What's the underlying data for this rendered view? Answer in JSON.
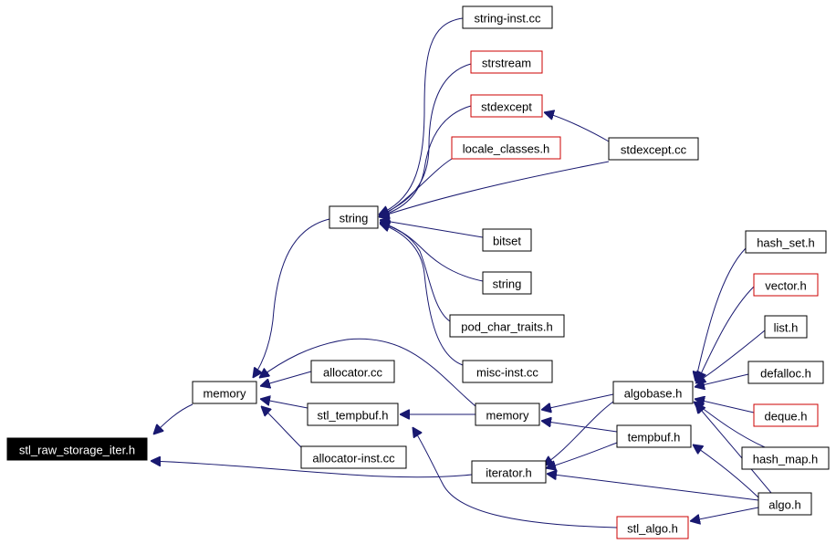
{
  "diagram": {
    "arrow_color": "#191970",
    "red_border": "#cc0000",
    "nodes": [
      {
        "id": "root",
        "label": "stl_raw_storage_iter.h",
        "style": "root"
      },
      {
        "id": "memory1",
        "label": "memory",
        "style": "normal"
      },
      {
        "id": "string1",
        "label": "string",
        "style": "normal"
      },
      {
        "id": "string_inst",
        "label": "string-inst.cc",
        "style": "normal"
      },
      {
        "id": "strstream",
        "label": "strstream",
        "style": "red"
      },
      {
        "id": "stdexcept",
        "label": "stdexcept",
        "style": "red"
      },
      {
        "id": "locale_classes",
        "label": "locale_classes.h",
        "style": "red"
      },
      {
        "id": "stdexcept_cc",
        "label": "stdexcept.cc",
        "style": "normal"
      },
      {
        "id": "bitset",
        "label": "bitset",
        "style": "normal"
      },
      {
        "id": "string2",
        "label": "string",
        "style": "normal"
      },
      {
        "id": "pod_char_traits",
        "label": "pod_char_traits.h",
        "style": "normal"
      },
      {
        "id": "misc_inst",
        "label": "misc-inst.cc",
        "style": "normal"
      },
      {
        "id": "allocator_cc",
        "label": "allocator.cc",
        "style": "normal"
      },
      {
        "id": "stl_tempbuf",
        "label": "stl_tempbuf.h",
        "style": "normal"
      },
      {
        "id": "allocator_inst",
        "label": "allocator-inst.cc",
        "style": "normal"
      },
      {
        "id": "memory2",
        "label": "memory",
        "style": "normal"
      },
      {
        "id": "iterator_h",
        "label": "iterator.h",
        "style": "normal"
      },
      {
        "id": "stl_algo",
        "label": "stl_algo.h",
        "style": "red"
      },
      {
        "id": "algobase",
        "label": "algobase.h",
        "style": "normal"
      },
      {
        "id": "tempbuf",
        "label": "tempbuf.h",
        "style": "normal"
      },
      {
        "id": "hash_set",
        "label": "hash_set.h",
        "style": "normal"
      },
      {
        "id": "vector_h",
        "label": "vector.h",
        "style": "red"
      },
      {
        "id": "list_h",
        "label": "list.h",
        "style": "normal"
      },
      {
        "id": "defalloc",
        "label": "defalloc.h",
        "style": "normal"
      },
      {
        "id": "deque_h",
        "label": "deque.h",
        "style": "red"
      },
      {
        "id": "hash_map",
        "label": "hash_map.h",
        "style": "normal"
      },
      {
        "id": "algo_h",
        "label": "algo.h",
        "style": "normal"
      }
    ]
  }
}
